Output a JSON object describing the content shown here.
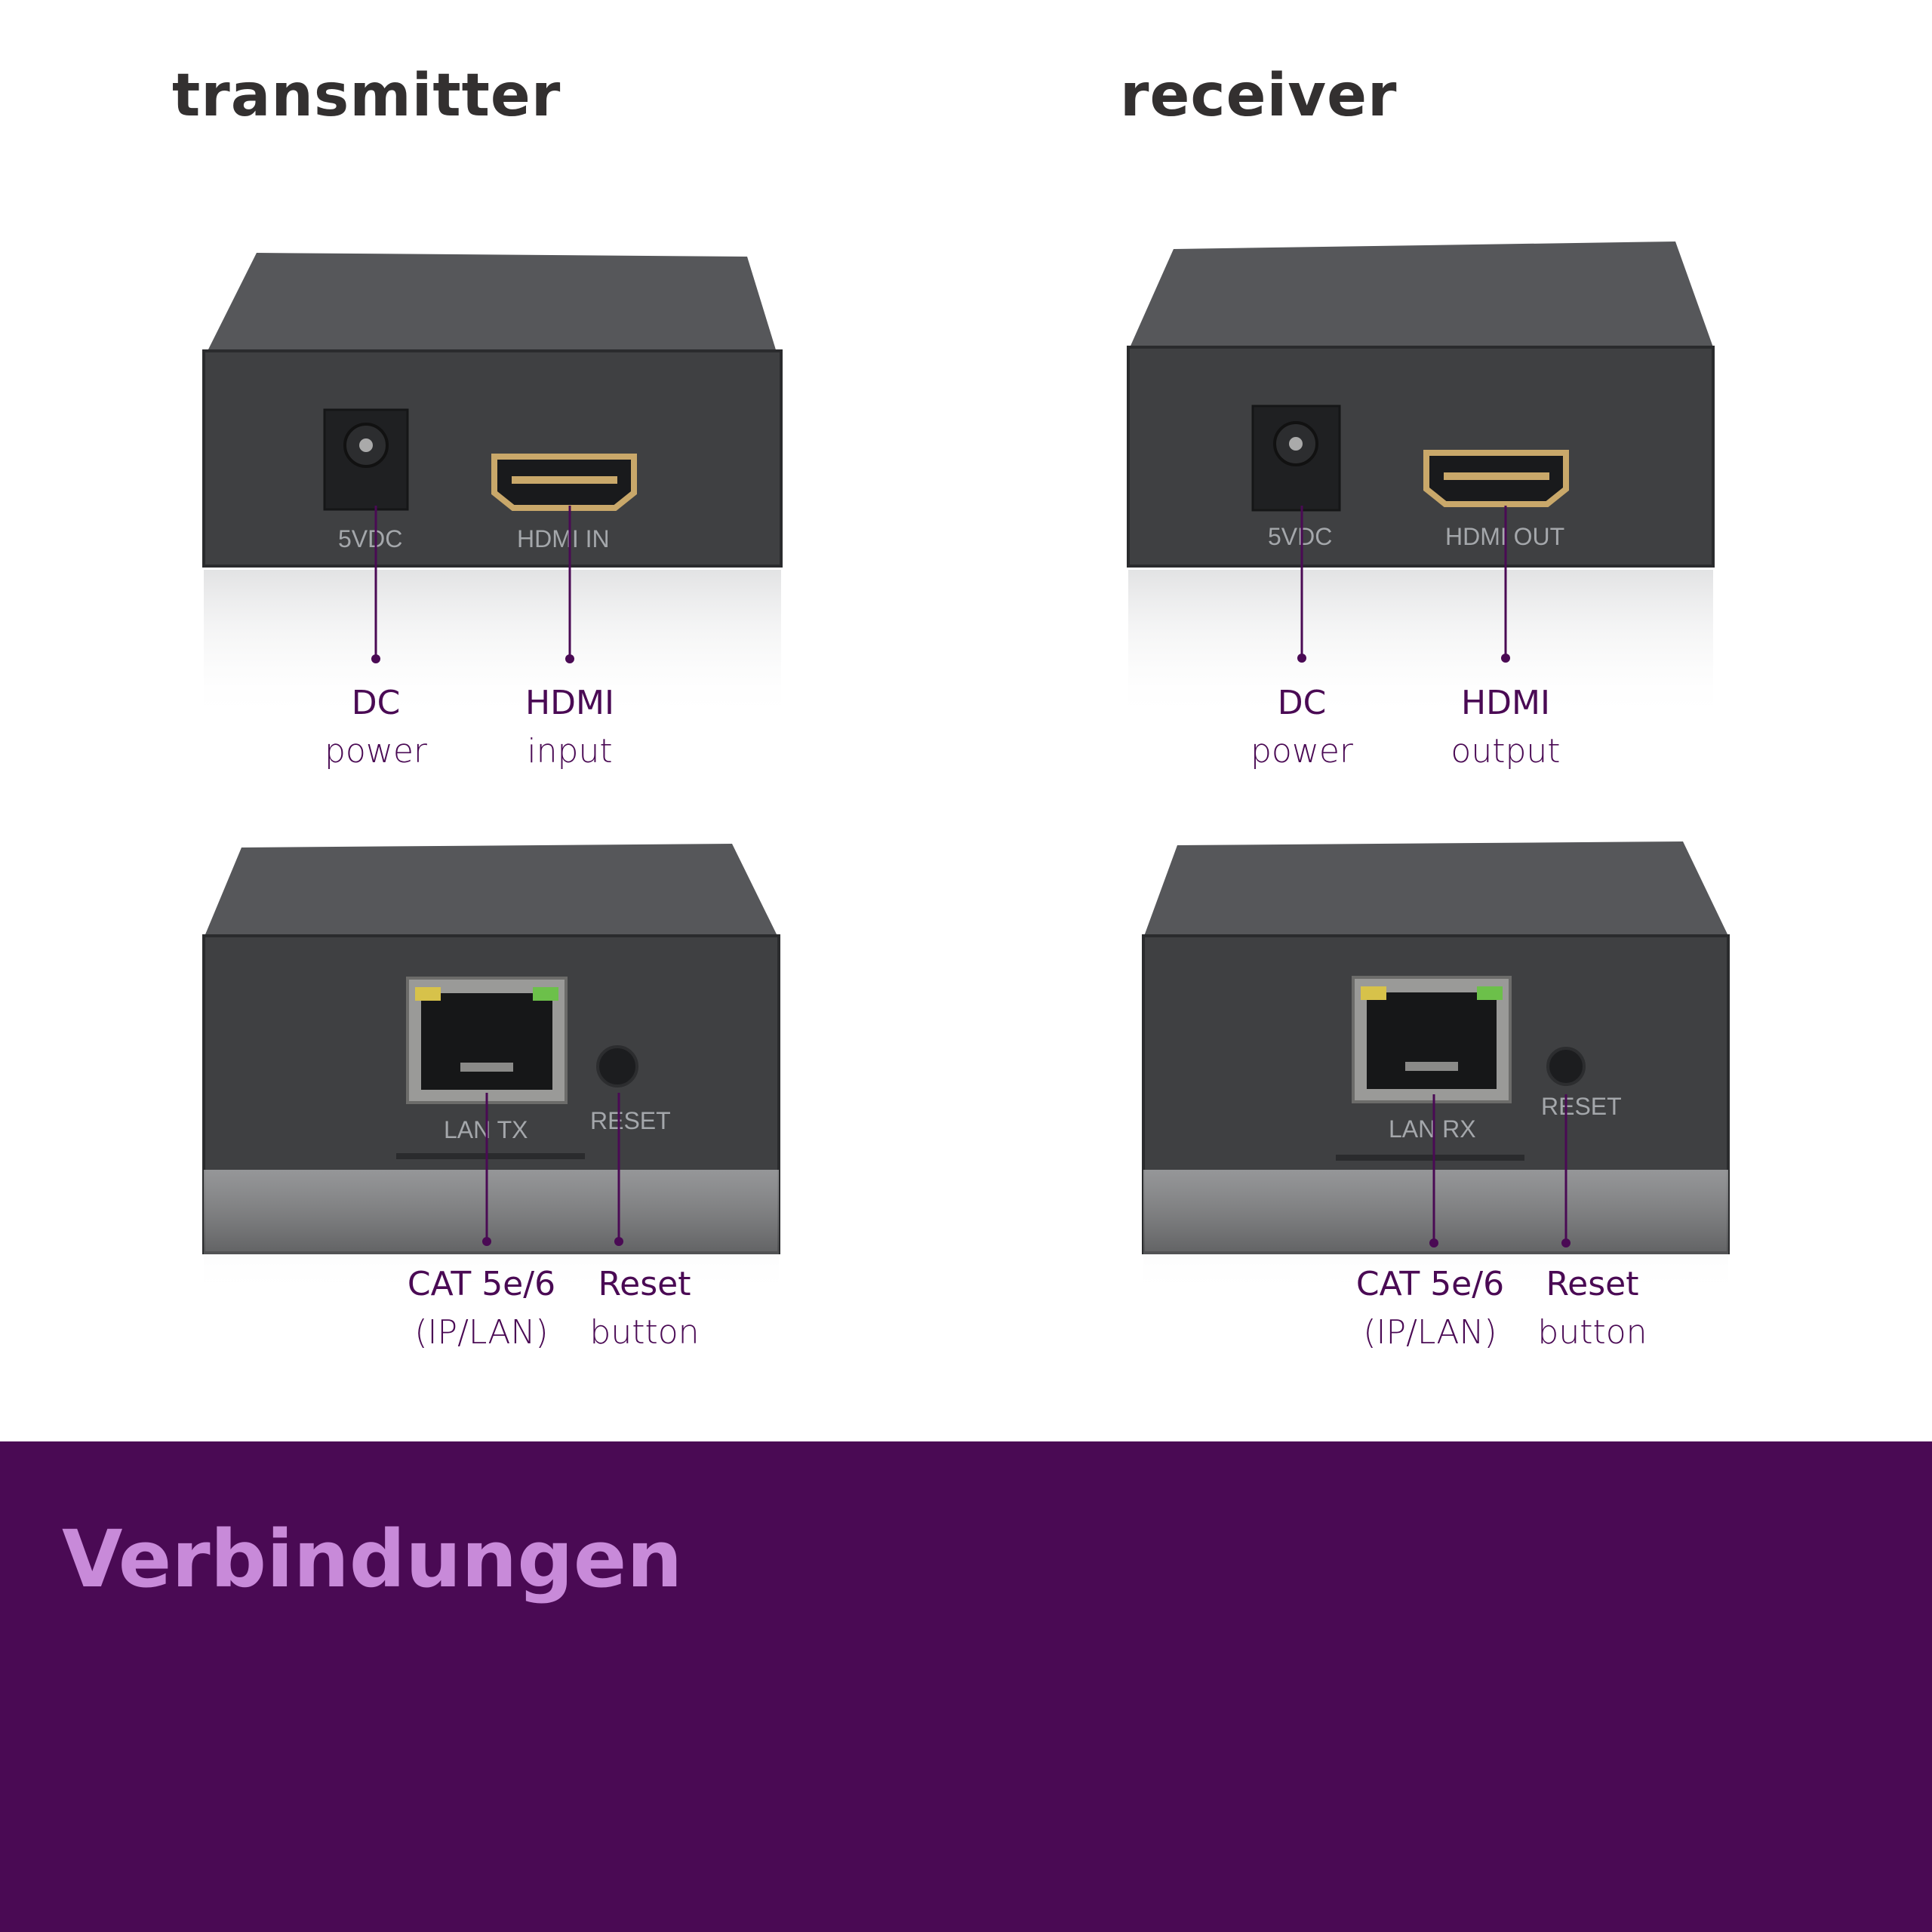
{
  "headings": {
    "transmitter": "transmitter",
    "receiver": "receiver"
  },
  "devices": {
    "tx_front": {
      "left_port": "5VDC",
      "right_port": "HDMI IN"
    },
    "rx_front": {
      "left_port": "5VDC",
      "right_port": "HDMI OUT"
    },
    "tx_back": {
      "left_port": "LAN TX",
      "right_port": "RESET"
    },
    "rx_back": {
      "left_port": "LAN RX",
      "right_port": "RESET"
    }
  },
  "callouts": {
    "tx_dc": {
      "line1": "DC",
      "line2": "power"
    },
    "tx_hdmi": {
      "line1": "HDMI",
      "line2": "input"
    },
    "rx_dc": {
      "line1": "DC",
      "line2": "power"
    },
    "rx_hdmi": {
      "line1": "HDMI",
      "line2": "output"
    },
    "tx_cat": {
      "line1": "CAT 5e/6",
      "line2": "(IP/LAN)"
    },
    "tx_reset": {
      "line1": "Reset",
      "line2": "button"
    },
    "rx_cat": {
      "line1": "CAT 5e/6",
      "line2": "(IP/LAN)"
    },
    "rx_reset": {
      "line1": "Reset",
      "line2": "button"
    }
  },
  "footer": {
    "title": "Verbindungen"
  },
  "colors": {
    "accent": "#4a0a54",
    "footer_title": "#c88ad9",
    "device_body": "#3f4042",
    "hdmi_gold": "#c9a86a",
    "heading": "#333030"
  }
}
